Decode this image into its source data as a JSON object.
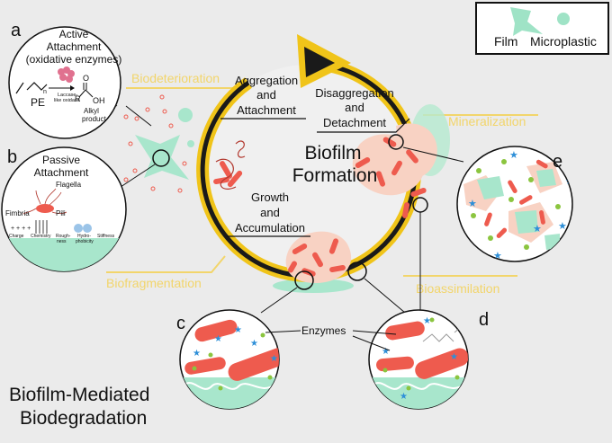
{
  "legend": {
    "film": "Film",
    "microplastic": "Microplastic"
  },
  "title_line1": "Biofilm-Mediated",
  "title_line2": "Biodegradation",
  "center": {
    "line1": "Biofilm",
    "line2": "Formation"
  },
  "stages": {
    "aggregation": [
      "Aggregation",
      "and",
      "Attachment"
    ],
    "disaggregation": [
      "Disaggregation",
      "and",
      "Detachment"
    ],
    "growth": [
      "Growth",
      "and",
      "Accumulation"
    ]
  },
  "processes": {
    "biodeterioration": "Biodeterioration",
    "mineralization": "Mineralization",
    "biofragmentation": "Biofragmentation",
    "bioassimilation": "Bioassimilation"
  },
  "panels": {
    "a": {
      "letter": "a",
      "title1": "Active",
      "title2": "Attachment",
      "title3": "(oxidative enzymes)",
      "pe": "PE",
      "n": "n",
      "enzyme1": "Laccase-",
      "enzyme2": "like oxidase",
      "r": "R",
      "o": "O",
      "oh": "OH",
      "product1": "Alkyl",
      "product2": "product"
    },
    "b": {
      "letter": "b",
      "title1": "Passive",
      "title2": "Attachment",
      "flagella": "Flagella",
      "fimbria": "Fimbria",
      "pili": "Pili",
      "charge_sign": "+ + + +",
      "factors": [
        "Charge",
        "Chemistry",
        "Rough-",
        "ness",
        "Hydro-",
        "phobicity",
        "Stiffness"
      ]
    },
    "c": {
      "letter": "c"
    },
    "d": {
      "letter": "d"
    },
    "e": {
      "letter": "e"
    },
    "enzymes": "Enzymes"
  },
  "colors": {
    "film": "#b5ead0",
    "microplastic": "#a8e6cc",
    "bacteria": "#ee5b4e",
    "biofilm": "#f8d2c3",
    "arrow_dark": "#1a1a1a",
    "arrow_yellow": "#f0c419",
    "process": "#f2d56b",
    "dot_green": "#8bc53f",
    "star_blue": "#2e8fd8"
  }
}
